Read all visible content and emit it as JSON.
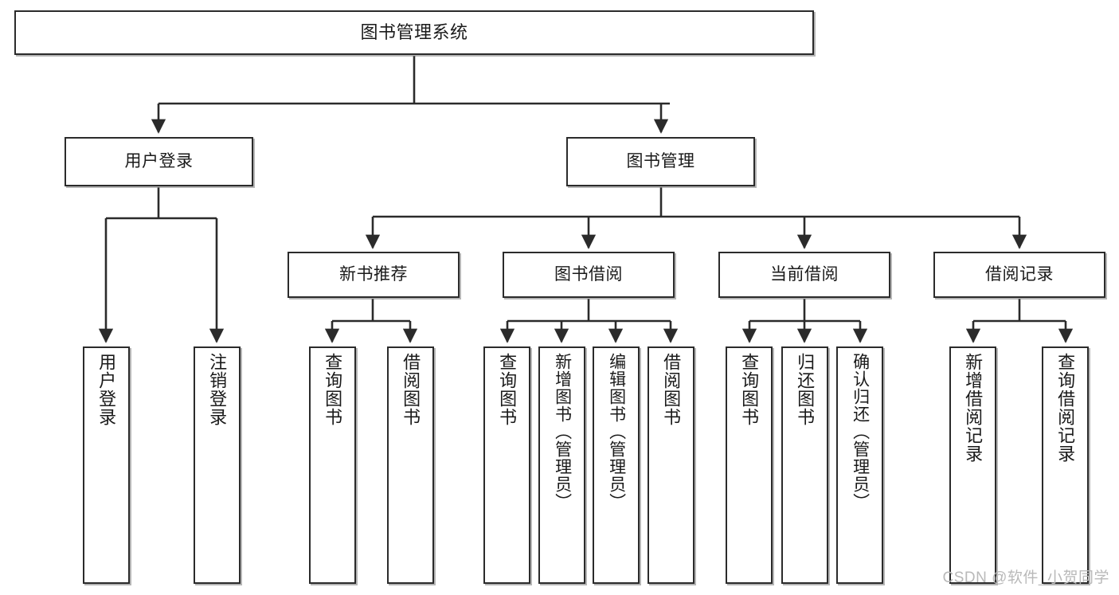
{
  "diagram": {
    "title": "图书管理系统",
    "type": "tree",
    "watermark": "CSDN @软件_小贺同学",
    "colors": {
      "box_border": "#2b2b2b",
      "box_fill": "#ffffff",
      "connector": "#2b2b2b",
      "text": "#1a1a1a",
      "watermark": "#b9b9b9"
    },
    "nodes": {
      "root": {
        "label": "图书管理系统"
      },
      "level2": [
        {
          "id": "user-login",
          "label": "用户登录"
        },
        {
          "id": "book-manage",
          "label": "图书管理"
        }
      ],
      "level3": [
        {
          "id": "new-book-recommend",
          "label": "新书推荐"
        },
        {
          "id": "book-borrow",
          "label": "图书借阅"
        },
        {
          "id": "current-borrow",
          "label": "当前借阅"
        },
        {
          "id": "borrow-record",
          "label": "借阅记录"
        }
      ],
      "leaves": {
        "user_login": [
          {
            "id": "leaf-user-login",
            "label": "用户登录"
          },
          {
            "id": "leaf-logout-login",
            "label": "注销登录"
          }
        ],
        "new_book_recommend": [
          {
            "id": "leaf-query-book-1",
            "label": "查询图书"
          },
          {
            "id": "leaf-borrow-book-1",
            "label": "借阅图书"
          }
        ],
        "book_borrow": [
          {
            "id": "leaf-query-book-2",
            "label": "查询图书"
          },
          {
            "id": "leaf-add-book",
            "label": "新增图书（管理员）"
          },
          {
            "id": "leaf-edit-book",
            "label": "编辑图书（管理员）"
          },
          {
            "id": "leaf-borrow-book-2",
            "label": "借阅图书"
          }
        ],
        "current_borrow": [
          {
            "id": "leaf-query-book-3",
            "label": "查询图书"
          },
          {
            "id": "leaf-return-book",
            "label": "归还图书"
          },
          {
            "id": "leaf-confirm-return",
            "label": "确认归还（管理员）"
          }
        ],
        "borrow_record": [
          {
            "id": "leaf-add-borrow-record",
            "label": "新增借阅记录"
          },
          {
            "id": "leaf-query-borrow-record",
            "label": "查询借阅记录"
          }
        ]
      }
    }
  }
}
